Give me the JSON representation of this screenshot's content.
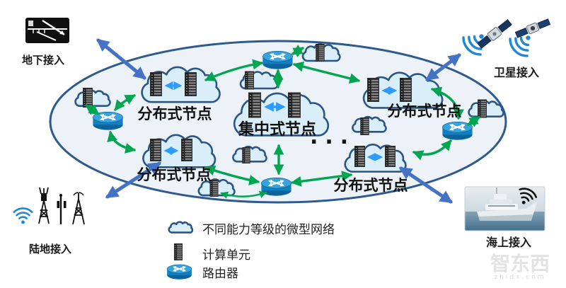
{
  "colors": {
    "ellipse_fill": "#edf2f8",
    "ellipse_stroke": "#2e5a8e",
    "cloud_fill": "#d9eef8",
    "cloud_stroke": "#2a5586",
    "green_link": "#00a550",
    "blue_access_link": "#4472c4",
    "intra_node_link": "#2f9bff",
    "router_blue": "#1180c0",
    "signal_blue": "#1e88d2"
  },
  "network": {
    "node_labels": {
      "distributed_top_left": "分布式节点",
      "distributed_top_right": "分布式节点",
      "distributed_bottom_left": "分布式节点",
      "distributed_bottom_right": "分布式节点",
      "centralized": "集中式节点"
    },
    "more_nodes_indicator": "..."
  },
  "access": {
    "underground": "地下接入",
    "satellite": "卫星接入",
    "land": "陆地接入",
    "sea": "海上接入"
  },
  "legend": {
    "micro_network": "不同能力等级的微型网络",
    "computing_unit": "计算单元",
    "router": "路由器"
  },
  "watermark": {
    "brand": "智东西",
    "domain": "zhidx.com"
  }
}
